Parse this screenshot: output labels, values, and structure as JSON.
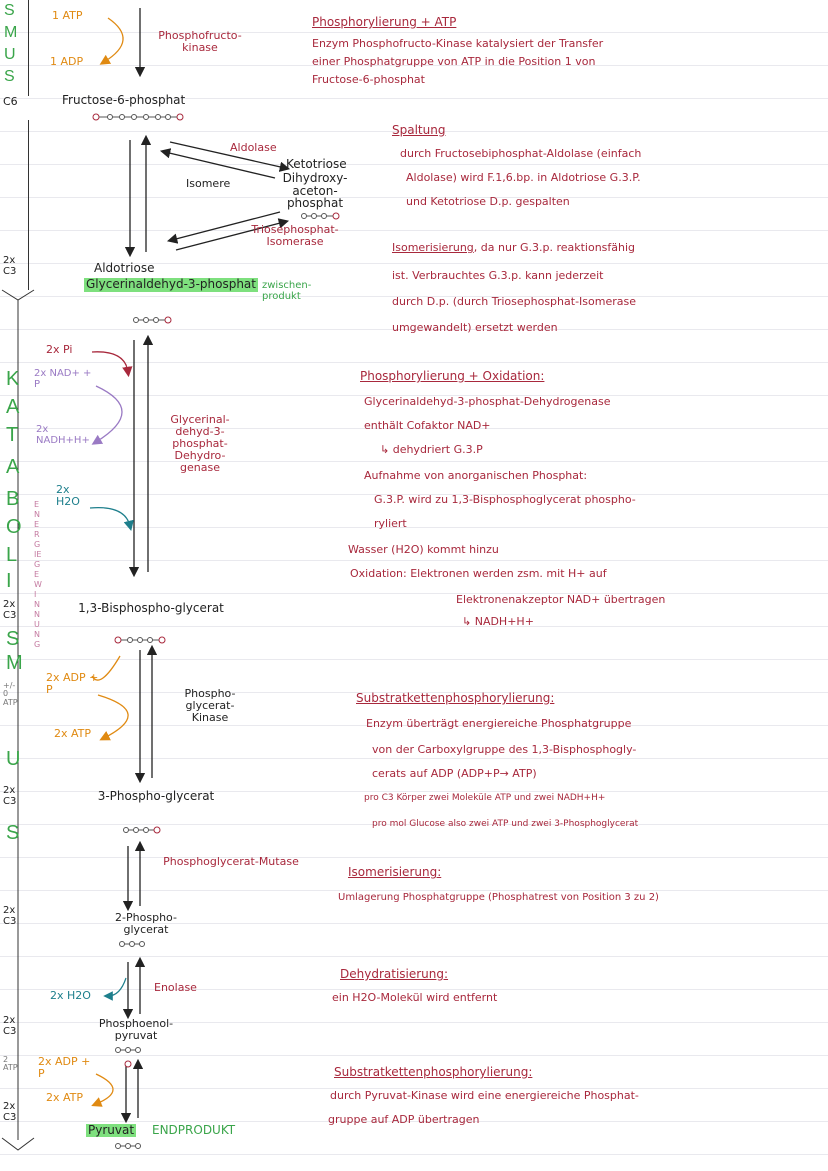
{
  "sidebar": {
    "smus_top": [
      "S",
      "M",
      "U",
      "S"
    ],
    "katabolismus": [
      "K",
      "A",
      "T",
      "A",
      "B",
      "O",
      "L",
      "I",
      "S",
      "M",
      "U",
      "S"
    ],
    "c6": "C6",
    "c3_1": "2x C3",
    "c3_2": "2x C3",
    "c3_3": "2x C3",
    "c3_4": "2x C3",
    "c3_5": "2x C3",
    "c3_6": "2x C3",
    "atp_minus": "+/- 0 ATP",
    "atp_2": "2 ATP",
    "energie": "ENERGIEGEWINNUNG"
  },
  "pathway": {
    "atp_in": "1 ATP",
    "adp_out": "1 ADP",
    "pfk": "Phosphofructo-kinase",
    "f6p": "Fructose-6-phosphat",
    "aldolase": "Aldolase",
    "ketotriose": "Ketotriose",
    "dhap": "Dihydroxy-aceton-phosphat",
    "isomere": "Isomere",
    "tpi": "Triosephosphat-Isomerase",
    "aldotriose": "Aldotriose",
    "g3p": "Glycerinaldehyd-3-phosphat",
    "zwischenprodukt": "zwischen-produkt",
    "pi": "2x Pi",
    "nad": "2x NAD+ + P",
    "nadh": "2x NADH+H+",
    "h2o": "2x H2O",
    "gapdh": "Glycerinal-dehyd-3-phosphat-Dehydro-genase",
    "bpg": "1,3-Bisphospho-glycerat",
    "adp_p": "2x ADP + P",
    "atp2": "2x ATP",
    "pgk": "Phospho-glycerat-Kinase",
    "pg3": "3-Phospho-glycerat",
    "pgm": "Phosphoglycerat-Mutase",
    "pg2": "2-Phospho-glycerat",
    "h2o_out": "2x H2O",
    "enolase": "Enolase",
    "pep": "Phosphoenol-pyruvat",
    "adp_p2": "2x ADP + P",
    "atp3": "2x ATP",
    "pyruvat": "Pyruvat",
    "endprodukt": "ENDPRODUKT"
  },
  "notes": [
    {
      "title": "Phosphorylierung + ATP",
      "lines": [
        "Enzym Phosphofructo-Kinase katalysiert der Transfer",
        "einer Phosphatgruppe von ATP in die Position 1 von",
        "Fructose-6-phosphat"
      ]
    },
    {
      "title": "Spaltung",
      "lines": [
        "durch Fructosebiphosphat-Aldolase (einfach",
        "Aldolase) wird F.1,6.bp. in Aldotriose G.3.P.",
        "und Ketotriose D.p. gespalten"
      ]
    },
    {
      "title": "Isomerisierung",
      "lines": [
        ", da nur G.3.p. reaktionsfähig",
        "ist. Verbrauchtes G.3.p. kann jederzeit",
        "durch D.p. (durch Triosephosphat-Isomerase",
        "umgewandelt) ersetzt werden"
      ]
    },
    {
      "title": "Phosphorylierung + Oxidation:",
      "lines": [
        "Glycerinaldehyd-3-phosphat-Dehydrogenase",
        "enthält Cofaktor NAD+",
        "↳ dehydriert G.3.P",
        "Aufnahme von anorganischen Phosphat:",
        "G.3.P. wird zu 1,3-Bisphosphoglycerat phospho-",
        "ryliert",
        "Wasser (H2O) kommt hinzu",
        "Oxidation: Elektronen werden zsm. mit H+ auf",
        "Elektronenakzeptor NAD+ übertragen",
        "↳ NADH+H+"
      ]
    },
    {
      "title": "Substratkettenphosphorylierung:",
      "lines": [
        "Enzym überträgt energiereiche Phosphatgruppe",
        "von der Carboxylgruppe des 1,3-Bisphosphogly-",
        "cerats auf ADP (ADP+P→ ATP)",
        "pro C3 Körper zwei Moleküle ATP und zwei NADH+H+",
        "pro mol Glucose also zwei ATP und zwei 3-Phosphoglycerat"
      ]
    },
    {
      "title": "Isomerisierung:",
      "lines": [
        "Umlagerung Phosphatgruppe (Phosphatrest von Position 3 zu 2)"
      ]
    },
    {
      "title": "Dehydratisierung:",
      "lines": [
        "ein H2O-Molekül wird entfernt"
      ]
    },
    {
      "title": "Substratkettenphosphorylierung:",
      "lines": [
        "durch Pyruvat-Kinase wird eine energiereiche Phosphat-",
        "gruppe auf ADP übertragen"
      ]
    }
  ],
  "colors": {
    "accent": "#a8283c",
    "green": "#3aa54a",
    "orange": "#e08a12",
    "purple": "#9a7ac4",
    "teal": "#1e7f8c",
    "highlight": "#7ee07e"
  }
}
